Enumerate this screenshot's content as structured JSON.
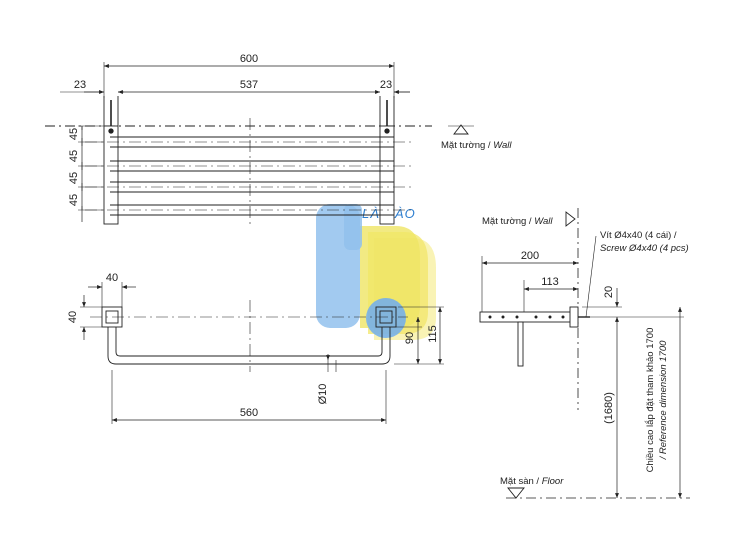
{
  "dimensions": {
    "overall_width": "600",
    "bracket_offset_left": "23",
    "inner_width": "537",
    "bracket_offset_right": "23",
    "bar_spacing": [
      "45",
      "45",
      "45",
      "45"
    ],
    "front_square": "40",
    "side_square": "40",
    "bar_length": "560",
    "bar_diameter": "Ø10",
    "drop_90": "90",
    "drop_115": "115",
    "side_depth": "200",
    "side_mount": "113",
    "side_offset": "20",
    "height_ref": "(1680)"
  },
  "labels": {
    "wall_top_vi": "Mặt tường / ",
    "wall_top_en": "Wall",
    "wall_side_vi": "Mặt tường / ",
    "wall_side_en": "Wall",
    "screw_vi": "Vít Ø4x40 (4 cái) /",
    "screw_en": "Screw Ø4x40 (4 pcs)",
    "reference_vi": "Chiều cao lắp đặt tham khảo 1700",
    "reference_en": "/ Reference dimension 1700",
    "floor_vi": "Mặt sàn / ",
    "floor_en": "Floor"
  },
  "watermark": {
    "text": "LÀ HÀO",
    "colors": {
      "blue": "#7fb6ea",
      "yellow": "#f3e97a",
      "line": "#2f7fd0"
    }
  }
}
